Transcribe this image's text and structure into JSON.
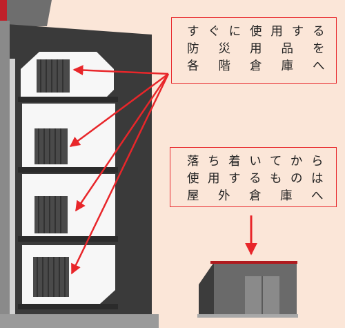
{
  "colors": {
    "background": "#fbe6d8",
    "accent_red": "#e8262a",
    "building_dark": "#3a3a3a",
    "building_light": "#ffffff"
  },
  "callouts": {
    "in_building": {
      "lines": [
        "すぐに使用する",
        "防災用品を",
        "各階倉庫へ"
      ]
    },
    "outdoor": {
      "lines": [
        "落ち着いてから",
        "使用するものは",
        "屋外倉庫へ"
      ]
    }
  }
}
